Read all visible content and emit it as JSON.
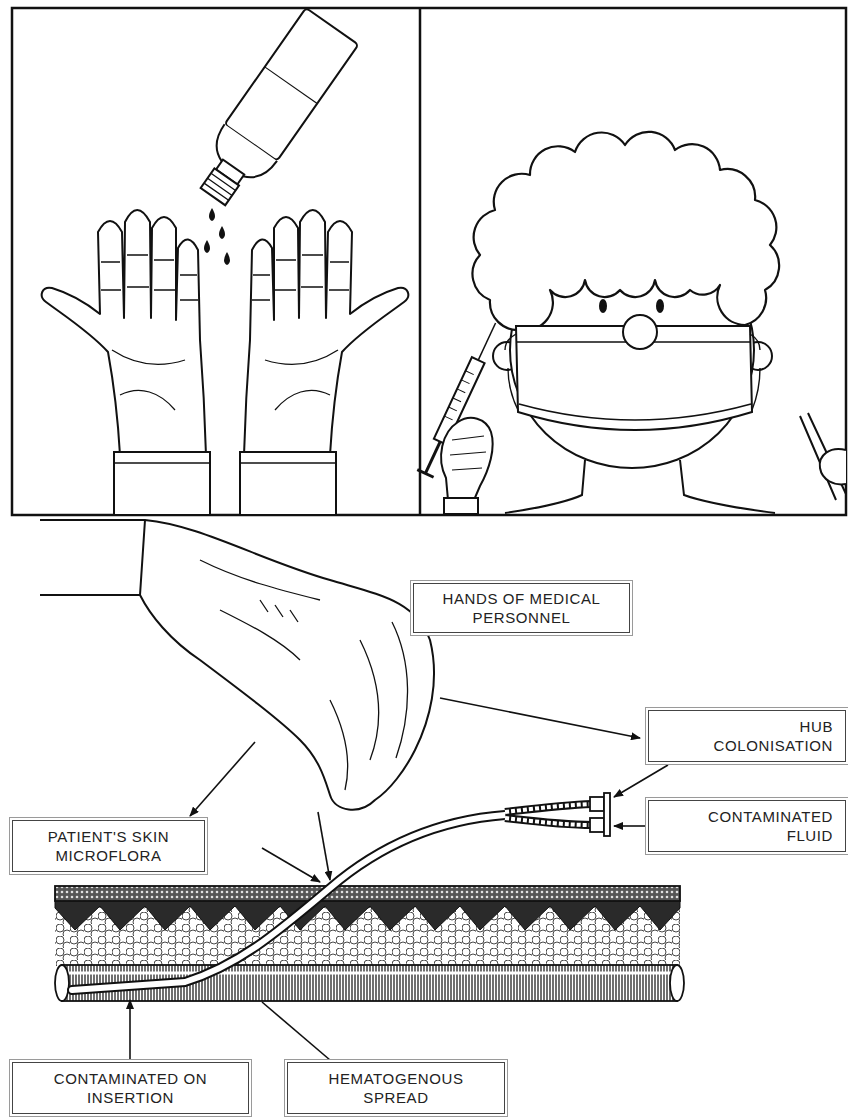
{
  "diagram": {
    "nodes": [
      {
        "text": [
          "HANDS OF MEDICAL PERSONNEL"
        ]
      },
      {
        "text": [
          "HUB COLONISATION"
        ]
      },
      {
        "text": [
          "CONTAMINATED FLUID"
        ]
      },
      {
        "text": [
          "PATIENT'S SKIN MICROFLORA"
        ]
      },
      {
        "text": [
          "CONTAMINATED ON INSERTION"
        ]
      },
      {
        "text": [
          "HEMATOGENOUS SPREAD"
        ]
      }
    ]
  }
}
